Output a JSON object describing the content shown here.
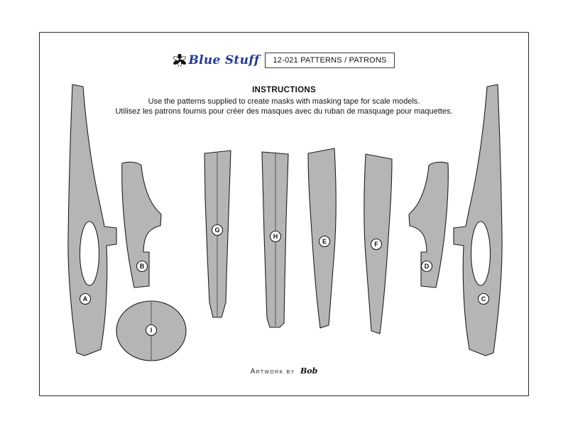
{
  "header": {
    "brand": "Blue Stuff",
    "title": "12-021 PATTERNS / PATRONS"
  },
  "instructions": {
    "heading": "INSTRUCTIONS",
    "line_en": "Use the patterns supplied to create masks with masking tape for scale models.",
    "line_fr": "Utilisez les patrons fournis pour créer des masques avec du ruban de masquage pour maquettes."
  },
  "patterns": [
    {
      "label": "A"
    },
    {
      "label": "B"
    },
    {
      "label": "C"
    },
    {
      "label": "D"
    },
    {
      "label": "E"
    },
    {
      "label": "F"
    },
    {
      "label": "G"
    },
    {
      "label": "H"
    },
    {
      "label": "I"
    }
  ],
  "footer": {
    "credit_prefix": "Artwork by",
    "credit_name": "Bob"
  },
  "colors": {
    "pattern_fill": "#b5b5b5",
    "outline": "#1f1f1f",
    "brand_blue": "#20399e"
  }
}
